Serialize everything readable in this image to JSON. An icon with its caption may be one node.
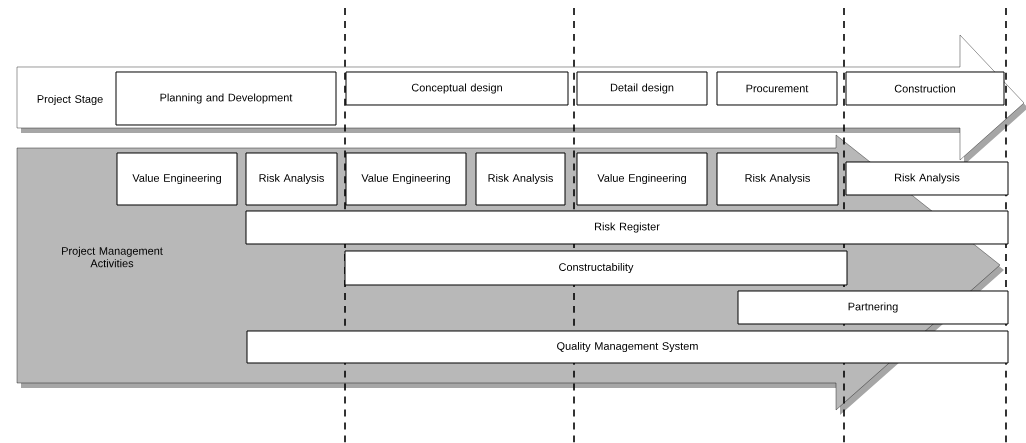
{
  "diagram": {
    "nodes": [
      {
        "text": [
          "Project Stage"
        ]
      },
      {
        "text": [
          "Planning and Development"
        ],
        "in": 0
      },
      {
        "text": [
          "Conceptual design"
        ],
        "in": 0
      },
      {
        "text": [
          "Detail design"
        ],
        "in": 0
      },
      {
        "text": [
          "Procurement"
        ],
        "in": 0
      },
      {
        "text": [
          "Construction"
        ],
        "in": 0
      },
      {
        "text": [
          "Project Management Activities"
        ]
      },
      {
        "text": [
          "Value Engineering"
        ],
        "in": 6
      },
      {
        "text": [
          "Risk Analysis"
        ],
        "in": 6
      },
      {
        "text": [
          "Value Engineering"
        ],
        "in": 6
      },
      {
        "text": [
          "Risk Analysis"
        ],
        "in": 6
      },
      {
        "text": [
          "Value Engineering"
        ],
        "in": 6
      },
      {
        "text": [
          "Risk Analysis"
        ],
        "in": 6
      },
      {
        "text": [
          "Risk Analysis"
        ],
        "in": 6
      },
      {
        "text": [
          "Risk Register"
        ],
        "in": 6
      },
      {
        "text": [
          "Constructability"
        ],
        "in": 6
      },
      {
        "text": [
          "Partnering"
        ],
        "in": 6
      },
      {
        "text": [
          "Quality Management System"
        ],
        "in": 6
      }
    ]
  }
}
